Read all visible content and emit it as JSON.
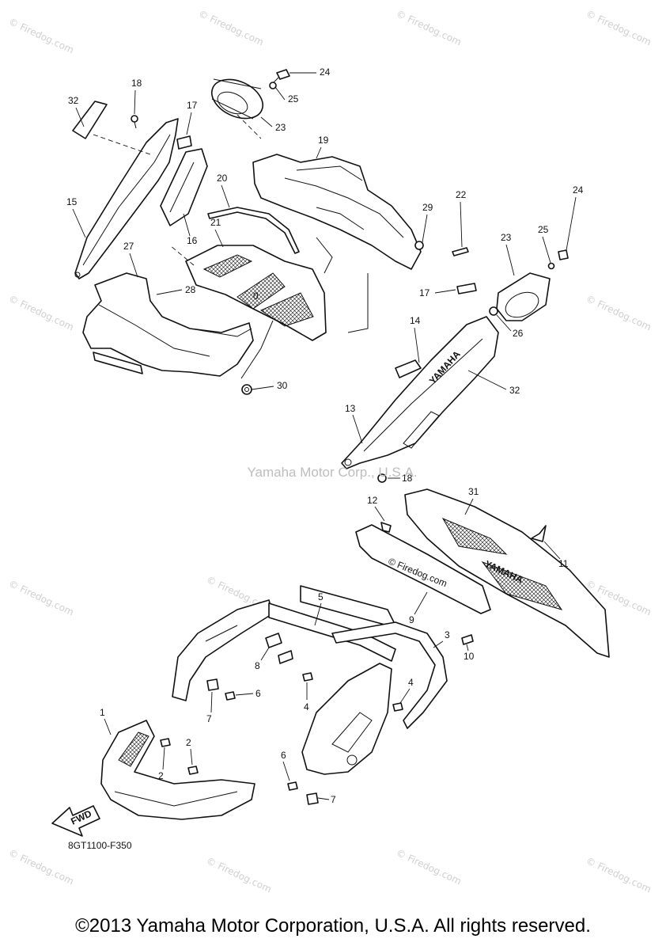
{
  "diagram": {
    "code": "8GT1100-F350",
    "center_watermark": "Yamaha Motor Corp., U.S.A.",
    "watermark_text": "© Firedog.com",
    "fwd_label": "FWD",
    "brand_text": "YAMAHA",
    "labels": [
      "1",
      "2",
      "2",
      "3",
      "4",
      "4",
      "5",
      "6",
      "6",
      "7",
      "7",
      "8",
      "9",
      "10",
      "11",
      "12",
      "13",
      "14",
      "15",
      "16",
      "17",
      "17",
      "18",
      "18",
      "19",
      "20",
      "21",
      "22",
      "23",
      "23",
      "24",
      "24",
      "25",
      "25",
      "26",
      "27",
      "28",
      "29",
      "30",
      "31",
      "32",
      "32"
    ]
  },
  "footer": {
    "copyright": "©2013 Yamaha Motor Corporation, U.S.A. All rights reserved."
  }
}
